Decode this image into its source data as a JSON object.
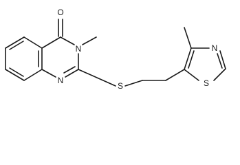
{
  "molecule": {
    "atoms": {
      "carbonyl_oxygen": "O",
      "n3": "N",
      "n1": "N",
      "thioether_sulfur": "S",
      "thiazole_nitrogen": "N",
      "thiazole_sulfur": "S"
    }
  }
}
